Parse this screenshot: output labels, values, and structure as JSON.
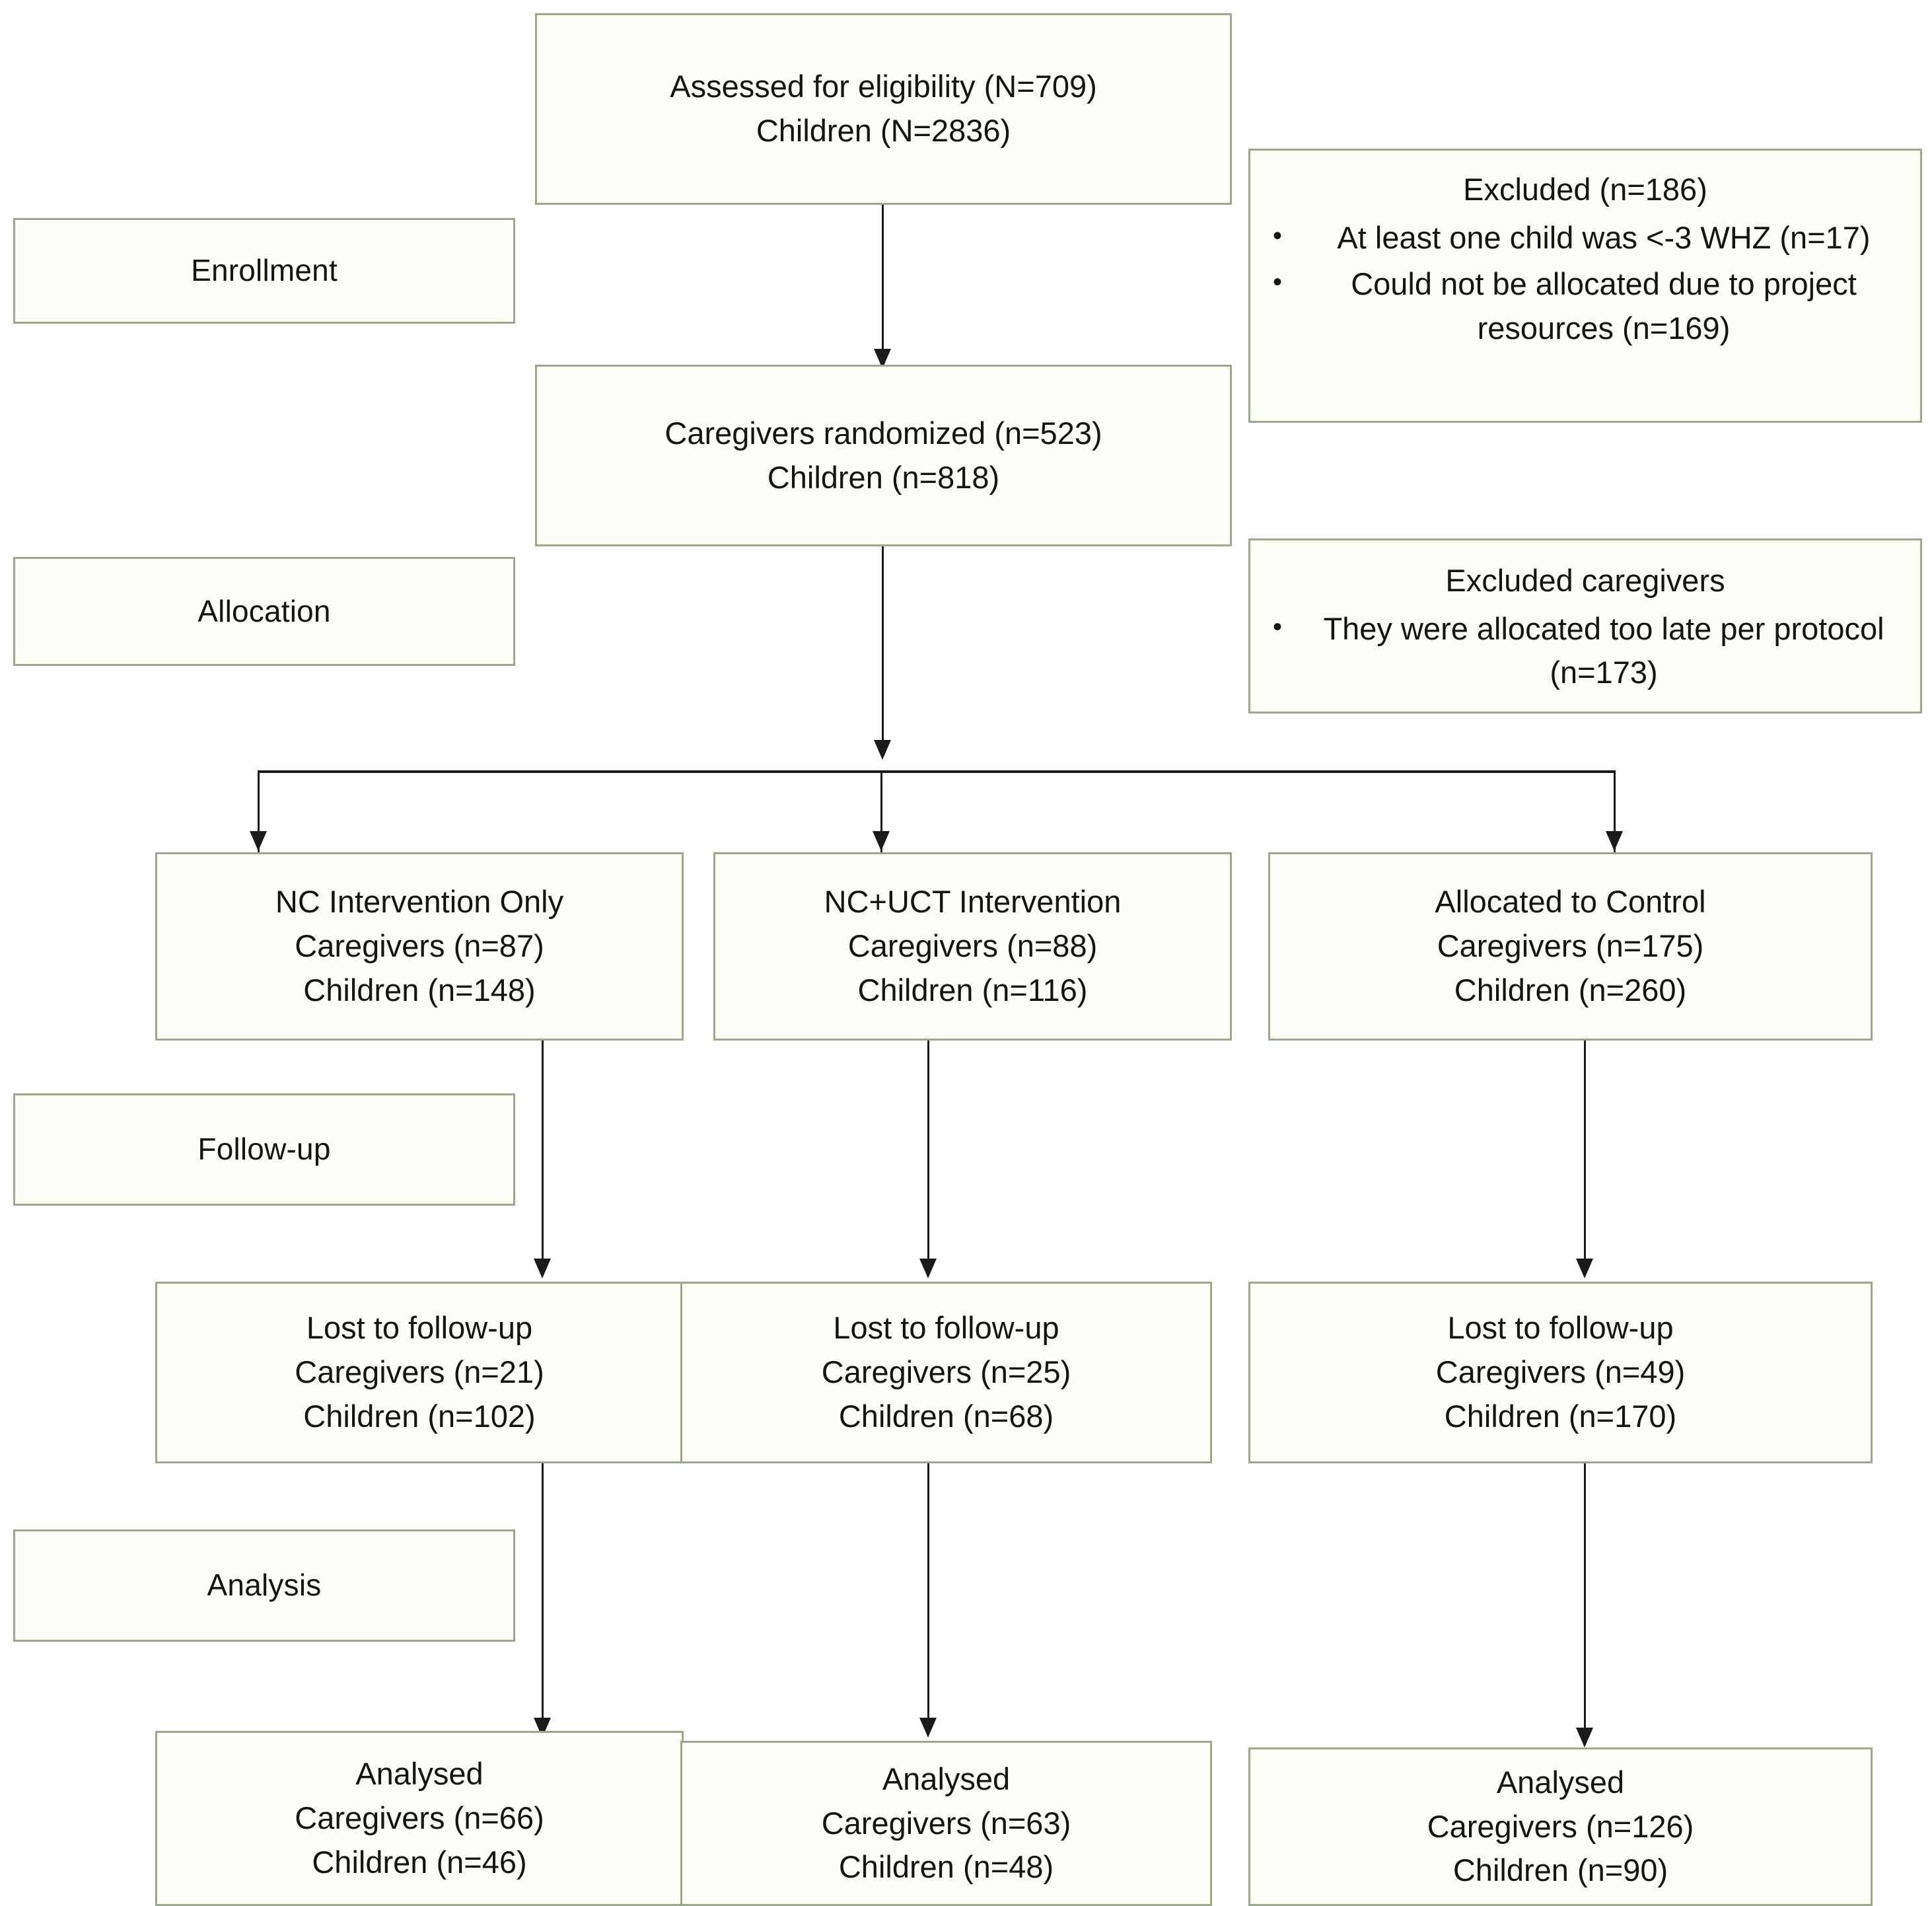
{
  "diagram": {
    "title": "CONSORT participant flow diagram",
    "border_color": "#9aa98e",
    "box_fill": "#fdfdf8",
    "line_color": "#1a1a1a"
  },
  "stages": [
    {
      "label": "Enrollment"
    },
    {
      "label": "Allocation"
    },
    {
      "label": "Follow-up"
    },
    {
      "label": "Analysis"
    }
  ],
  "enrollment": {
    "assessed": {
      "line1": "Assessed for eligibility (N=709)",
      "line2": "Children (N=2836)"
    },
    "randomized": {
      "line1": "Caregivers randomized (n=523)",
      "line2": "Children (n=818)"
    }
  },
  "excluded_enrollment": {
    "title": "Excluded (n=186)",
    "items": [
      "At least one child was <-3 WHZ (n=17)",
      "Could not be allocated due to project resources (n=169)"
    ]
  },
  "excluded_allocation": {
    "title": "Excluded caregivers",
    "items": [
      "They were allocated too late per protocol (n=173)"
    ]
  },
  "arms": [
    {
      "allocation": {
        "line1": "NC Intervention Only",
        "line2": "Caregivers (n=87)",
        "line3": "Children (n=148)"
      },
      "lost": {
        "line1": "Lost to follow-up",
        "line2": "Caregivers (n=21)",
        "line3": "Children (n=102)"
      },
      "analysed": {
        "line1": "Analysed",
        "line2": "Caregivers (n=66)",
        "line3": "Children (n=46)"
      }
    },
    {
      "allocation": {
        "line1": "NC+UCT Intervention",
        "line2": "Caregivers (n=88)",
        "line3": "Children (n=116)"
      },
      "lost": {
        "line1": "Lost to follow-up",
        "line2": "Caregivers (n=25)",
        "line3": "Children (n=68)"
      },
      "analysed": {
        "line1": "Analysed",
        "line2": "Caregivers (n=63)",
        "line3": "Children (n=48)"
      }
    },
    {
      "allocation": {
        "line1": "Allocated to Control",
        "line2": "Caregivers (n=175)",
        "line3": "Children (n=260)"
      },
      "lost": {
        "line1": "Lost to follow-up",
        "line2": "Caregivers (n=49)",
        "line3": "Children (n=170)"
      },
      "analysed": {
        "line1": "Analysed",
        "line2": "Caregivers (n=126)",
        "line3": "Children (n=90)"
      }
    }
  ],
  "icons": {
    "bullet": "•"
  }
}
